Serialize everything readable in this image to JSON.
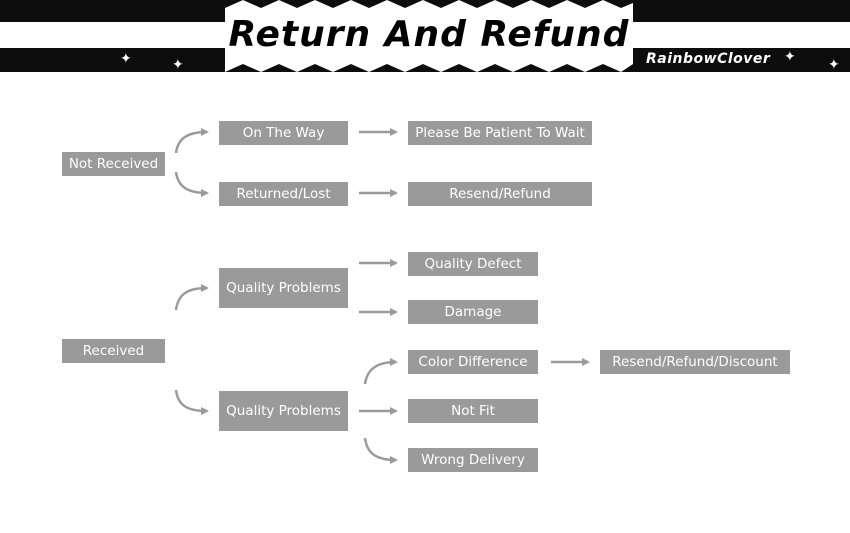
{
  "header": {
    "title": "Return And Refund",
    "brand": "RainbowClover"
  },
  "flow": {
    "not_received": {
      "label": "Not Received",
      "on_the_way": "On The Way",
      "please_wait": "Please Be Patient To Wait",
      "returned_lost": "Returned/Lost",
      "resend_refund": "Resend/Refund"
    },
    "received": {
      "label": "Received",
      "quality_problems_a": "Quality Problems",
      "quality_defect": "Quality Defect",
      "damage": "Damage",
      "quality_problems_b": "Quality Problems",
      "color_difference": "Color Difference",
      "resend_refund_discount": "Resend/Refund/Discount",
      "not_fit": "Not Fit",
      "wrong_delivery": "Wrong Delivery"
    }
  },
  "colors": {
    "node_fill": "#9a9a9a",
    "arrow": "#9a9a9a",
    "banner": "#0d0d0d"
  }
}
